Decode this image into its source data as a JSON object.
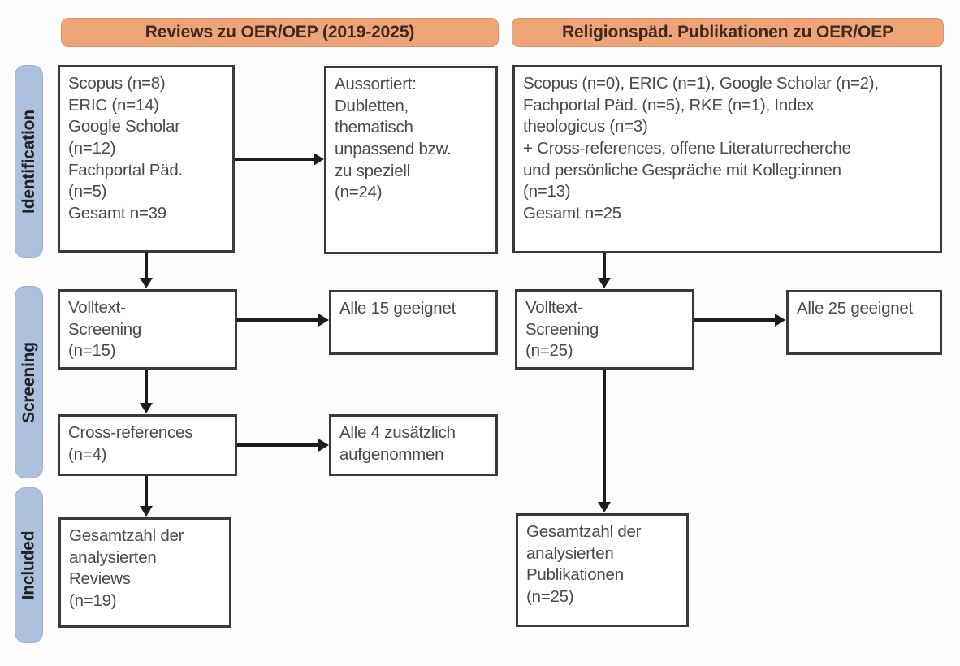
{
  "figure": {
    "type": "prisma-flow-diagram",
    "background_color": "#fdfdfd",
    "header_color": "#efa478",
    "stage_bar_color": "#adc0de",
    "box_border_color": "#3a3a3a",
    "connector_color": "#1c1c1c"
  },
  "column_headers": [
    {
      "label": "Reviews zu OER/OEP (2019-2025)"
    },
    {
      "label": "Religionspäd. Publikationen zu OER/OEP"
    }
  ],
  "stages": [
    {
      "label": "Identification"
    },
    {
      "label": "Screening"
    },
    {
      "label": "Included"
    }
  ],
  "left_column": {
    "identification_sources": {
      "lines": [
        "Scopus (n=8)",
        "ERIC (n=14)",
        "Google Scholar",
        "(n=12)",
        "Fachportal Päd.",
        "(n=5)",
        "Gesamt n=39"
      ]
    },
    "excluded": {
      "lines": [
        "Aussortiert:",
        "Dubletten,",
        "thematisch",
        "unpassend bzw.",
        "zu speziell",
        "(n=24)"
      ]
    },
    "fulltext_screening": {
      "lines": [
        "Volltext-",
        "Screening",
        "(n=15)"
      ]
    },
    "fulltext_result": {
      "lines": [
        "Alle 15 geeignet"
      ]
    },
    "cross_references": {
      "lines": [
        "Cross-references",
        "(n=4)"
      ]
    },
    "cross_references_result": {
      "lines": [
        "Alle 4 zusätzlich",
        "aufgenommen"
      ]
    },
    "included_total": {
      "lines": [
        "Gesamtzahl der",
        "analysierten",
        "Reviews",
        "(n=19)"
      ]
    }
  },
  "right_column": {
    "identification_sources": {
      "lines": [
        "Scopus (n=0), ERIC (n=1), Google Scholar (n=2),",
        "Fachportal Päd. (n=5), RKE (n=1), Index",
        "theologicus (n=3)",
        "+ Cross-references, offene Literaturrecherche",
        "und persönliche Gespräche mit Kolleg:innen",
        "(n=13)",
        "Gesamt n=25"
      ]
    },
    "fulltext_screening": {
      "lines": [
        "Volltext-",
        "Screening",
        "(n=25)"
      ]
    },
    "fulltext_result": {
      "lines": [
        "Alle 25 geeignet"
      ]
    },
    "included_total": {
      "lines": [
        "Gesamtzahl der",
        "analysierten",
        "Publikationen",
        "(n=25)"
      ]
    }
  }
}
